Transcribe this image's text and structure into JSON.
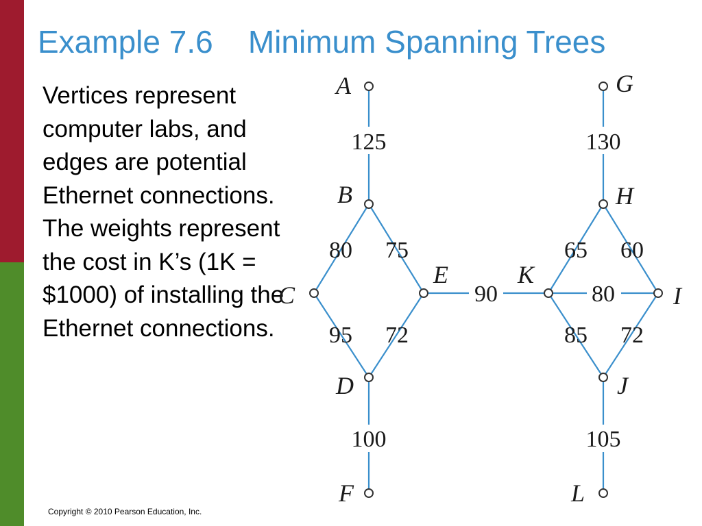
{
  "slide": {
    "title": "Example 7.6    Minimum Spanning Trees",
    "body": "Vertices represent computer labs, and edges are potential Ethernet connections. The weights represent the cost in K’s (1K = $1000) of installing the Ethernet connections.",
    "copyright": "Copyright © 2010 Pearson Education, Inc."
  },
  "graph": {
    "vertices": [
      "A",
      "B",
      "C",
      "D",
      "E",
      "F",
      "G",
      "H",
      "I",
      "J",
      "K",
      "L"
    ],
    "edges": [
      {
        "from": "A",
        "to": "B",
        "weight": "125"
      },
      {
        "from": "B",
        "to": "C",
        "weight": "80"
      },
      {
        "from": "B",
        "to": "E",
        "weight": "75"
      },
      {
        "from": "C",
        "to": "D",
        "weight": "95"
      },
      {
        "from": "E",
        "to": "D",
        "weight": "72"
      },
      {
        "from": "D",
        "to": "F",
        "weight": "100"
      },
      {
        "from": "E",
        "to": "K",
        "weight": "90"
      },
      {
        "from": "G",
        "to": "H",
        "weight": "130"
      },
      {
        "from": "H",
        "to": "K",
        "weight": "65"
      },
      {
        "from": "H",
        "to": "I",
        "weight": "60"
      },
      {
        "from": "K",
        "to": "I",
        "weight": "80"
      },
      {
        "from": "K",
        "to": "J",
        "weight": "85"
      },
      {
        "from": "I",
        "to": "J",
        "weight": "72"
      },
      {
        "from": "J",
        "to": "L",
        "weight": "105"
      }
    ],
    "colors": {
      "edge": "#3a8fcc",
      "title": "#3a8fcc",
      "bar_top": "#9e1b2e",
      "bar_bottom": "#4f8c2a"
    }
  }
}
